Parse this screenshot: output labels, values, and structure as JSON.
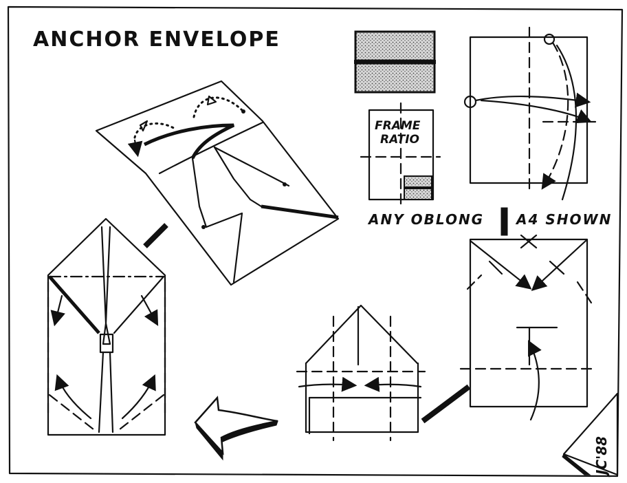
{
  "title": "ANCHOR ENVELOPE",
  "frame_label_line1": "FRAME",
  "frame_label_line2": "RATIO",
  "paper_caption_left": "ANY OBLONG",
  "paper_caption_right": "A4 SHOWN",
  "signature": "JC'88",
  "colors": {
    "ink": "#111111",
    "paper": "#ffffff",
    "screen": "#9a9a9a"
  }
}
